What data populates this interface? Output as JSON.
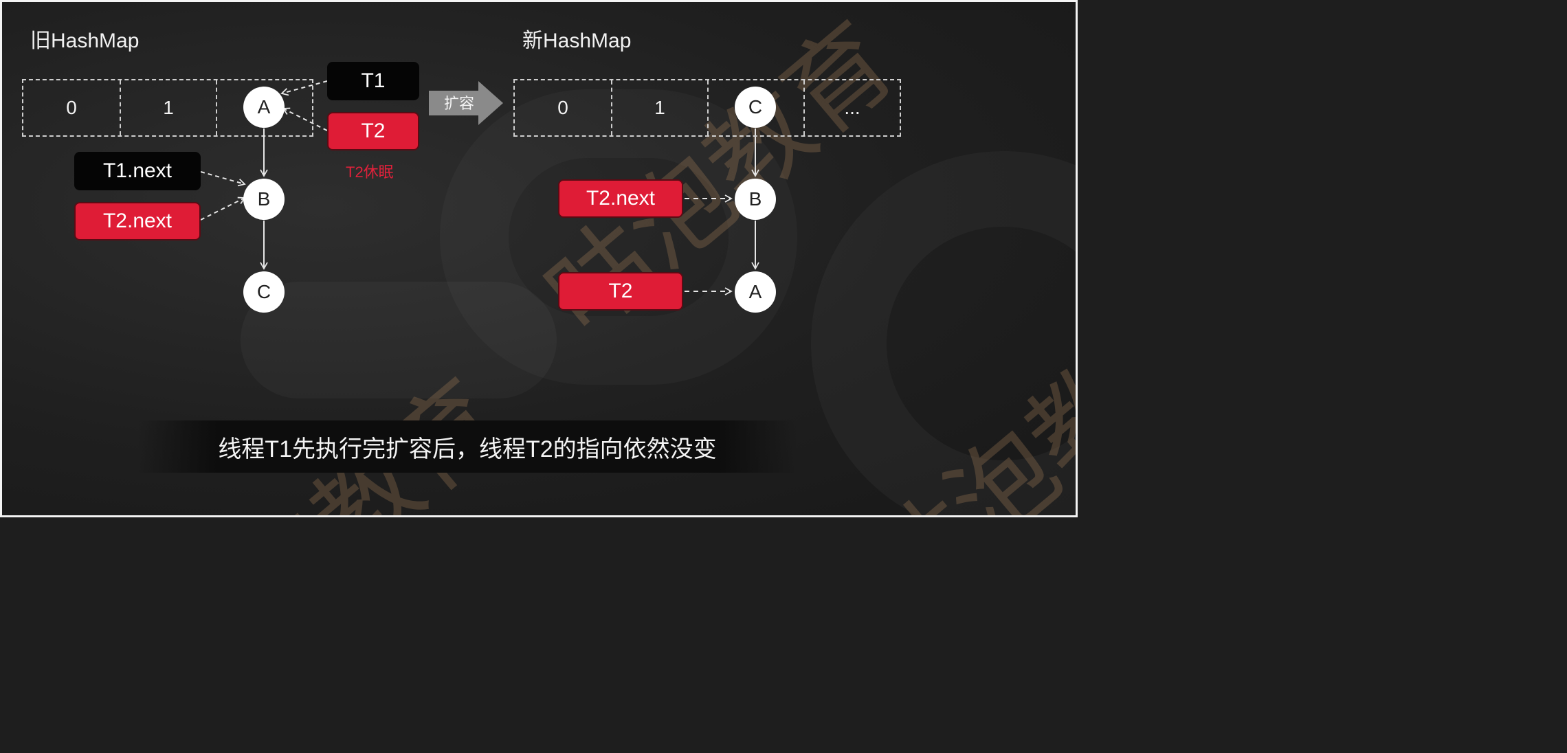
{
  "old_map": {
    "title": "旧HashMap",
    "buckets": [
      "0",
      "1",
      ""
    ],
    "nodes": {
      "a": "A",
      "b": "B",
      "c": "C"
    },
    "pointers": {
      "t1": "T1",
      "t2": "T2",
      "t1_next": "T1.next",
      "t2_next": "T2.next"
    },
    "t2_note": "T2休眠"
  },
  "resize_arrow": {
    "label": "扩容"
  },
  "new_map": {
    "title": "新HashMap",
    "buckets": [
      "0",
      "1",
      "",
      "..."
    ],
    "nodes": {
      "c": "C",
      "b": "B",
      "a": "A"
    },
    "pointers": {
      "t2_next": "T2.next",
      "t2": "T2"
    }
  },
  "caption": "线程T1先执行完扩容后，线程T2的指向依然没变",
  "watermark": "咕泡教育",
  "colors": {
    "background": "#1e1e1e",
    "node_fill": "#ffffff",
    "tag_black": "#050505",
    "tag_red": "#df1c36",
    "note_red": "#e0213b",
    "arrow_gray": "#8a8a8a"
  }
}
